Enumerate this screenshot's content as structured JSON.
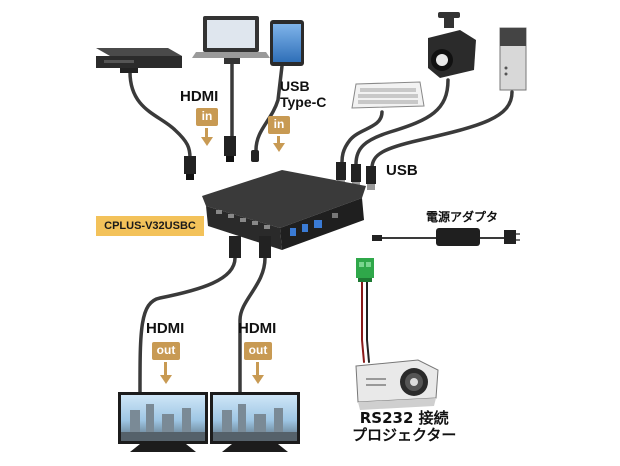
{
  "labels": {
    "hdmi_in": "HDMI",
    "in_tag_1": "in",
    "usb_typec_line1": "USB",
    "usb_typec_line2": "Type-C",
    "in_tag_2": "in",
    "usb": "USB",
    "model": "CPLUS-V32USBC",
    "power_adapter": "電源アダプタ",
    "hdmi_out_1": "HDMI",
    "out_tag_1": "out",
    "hdmi_out_2": "HDMI",
    "out_tag_2": "out",
    "projector_line1": "RS232 接続",
    "projector_line2": "プロジェクター"
  },
  "colors": {
    "tag": "#c89a53",
    "model_bg": "#f3c25a",
    "cable": "#3a3a3a",
    "device": "#2b2b2b",
    "connector_green": "#2fa84a"
  },
  "icons": [
    "bluray-player-icon",
    "laptop-icon",
    "tablet-icon",
    "keyboard-icon",
    "webcam-icon",
    "speaker-icon",
    "switcher-device-icon",
    "power-adapter-icon",
    "monitor-icon",
    "projector-icon",
    "terminal-block-icon"
  ]
}
